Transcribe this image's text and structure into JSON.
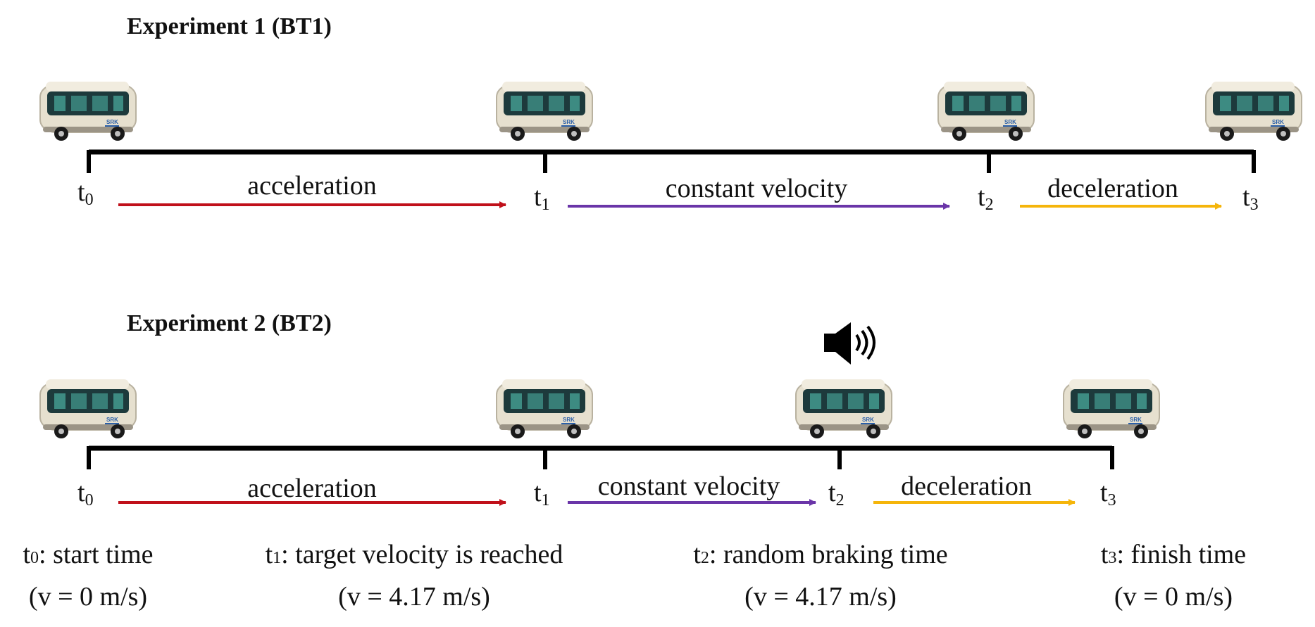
{
  "colors": {
    "line": "#000000",
    "acceleration": "#c0101a",
    "constant_velocity": "#6a35a8",
    "deceleration": "#f5b50a",
    "vehicle_body": "#e6e0cf",
    "vehicle_window": "#1d3a3c",
    "vehicle_tint": "#4fb7a8"
  },
  "experiment1": {
    "title": "Experiment 1 (BT1)",
    "ticks": [
      {
        "t": "t",
        "sub": "0"
      },
      {
        "t": "t",
        "sub": "1"
      },
      {
        "t": "t",
        "sub": "2"
      },
      {
        "t": "t",
        "sub": "3"
      }
    ],
    "phases": [
      {
        "label": "acceleration",
        "color_key": "acceleration"
      },
      {
        "label": "constant velocity",
        "color_key": "constant_velocity"
      },
      {
        "label": "deceleration",
        "color_key": "deceleration"
      }
    ]
  },
  "experiment2": {
    "title": "Experiment 2 (BT2)",
    "ticks": [
      {
        "t": "t",
        "sub": "0"
      },
      {
        "t": "t",
        "sub": "1"
      },
      {
        "t": "t",
        "sub": "2"
      },
      {
        "t": "t",
        "sub": "3"
      }
    ],
    "phases": [
      {
        "label": "acceleration",
        "color_key": "acceleration"
      },
      {
        "label": "constant velocity",
        "color_key": "constant_velocity"
      },
      {
        "label": "deceleration",
        "color_key": "deceleration"
      }
    ],
    "icon": "speaker-sound-icon"
  },
  "legend": [
    {
      "t": "t",
      "sub": "0",
      "desc": ": start time",
      "value": "(v = 0 m/s)"
    },
    {
      "t": "t",
      "sub": "1",
      "desc": ": target velocity is reached",
      "value": "(v = 4.17 m/s)"
    },
    {
      "t": "t",
      "sub": "2",
      "desc": ": random braking time",
      "value": "(v = 4.17 m/s)"
    },
    {
      "t": "t",
      "sub": "3",
      "desc": ": finish time",
      "value": "(v = 0 m/s)"
    }
  ]
}
